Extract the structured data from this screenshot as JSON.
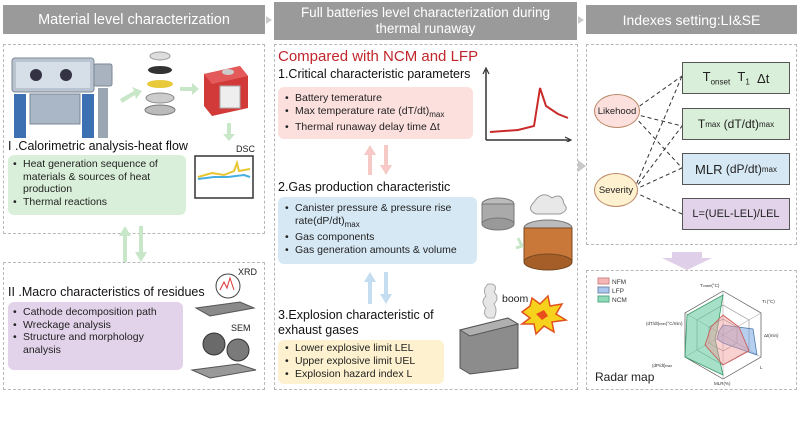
{
  "headers": {
    "material": "Material level characterization",
    "full": "Full batteries level characterization during thermal runaway",
    "indexes": "Indexes setting:LI&SE"
  },
  "material": {
    "sec1_title": "I .Calorimetric analysis-heat flow",
    "dsc_label": "DSC",
    "sec1_items": [
      "Heat generation sequence of materials & sources of heat production",
      "Thermal reactions"
    ],
    "sec2_title": "II .Macro characteristics of residues",
    "xrd_label": "XRD",
    "sem_label": "SEM",
    "sec2_items": [
      "Cathode decomposition path",
      "Wreckage analysis",
      "Structure and morphology analysis"
    ]
  },
  "full": {
    "compare_title": "Compared with NCM and LFP",
    "sec1_title": "1.Critical characteristic parameters",
    "sec1_items": [
      "Battery temerature",
      "Max temperature rate (dT/dt)",
      "Thermal runaway delay time Δt"
    ],
    "sec1_sub": "max",
    "sec2_title": "2.Gas production characteristic",
    "sec2_items": [
      "Canister pressure & pressure rise rate(dP/dt)",
      "Gas components",
      "Gas generation amounts & volume"
    ],
    "sec2_sub": "max",
    "sec3_title": "3.Explosion characteristic of exhaust gases",
    "boom": "boom",
    "sec3_items": [
      "Lower explosive limit LEL",
      "Upper explosive limit UEL",
      "Explosion hazard index L"
    ]
  },
  "indexes": {
    "likehood": "Likehood",
    "severity": "Severity",
    "t_onset": "T",
    "t_onset_sub": "onset",
    "t1": "T",
    "t1_sub": "1",
    "delta_t": "Δt",
    "tmax": "T",
    "tmax_sub": "max",
    "tmax_rate": "(dT/dt)",
    "tmax_rate_sub": "max",
    "mlr": "MLR",
    "mlr_rate": "(dP/dt)",
    "mlr_rate_sub": "max",
    "l_formula": "L=(UEL-LEL)/LEL",
    "radar_title": "Radar map",
    "legend": [
      "NFM",
      "LFP",
      "NCM"
    ]
  },
  "colors": {
    "header": "#9a9a9a",
    "green_box": "#d9efd9",
    "purple_box": "#e3d3ea",
    "pink_box": "#fbe0de",
    "blue_box": "#d6e8f4",
    "yellow_box": "#fdf1cf",
    "red_title": "#c0262c",
    "ncm": "#5cc79a",
    "lfp": "#7aa8e0",
    "nfm": "#f19a9a"
  }
}
